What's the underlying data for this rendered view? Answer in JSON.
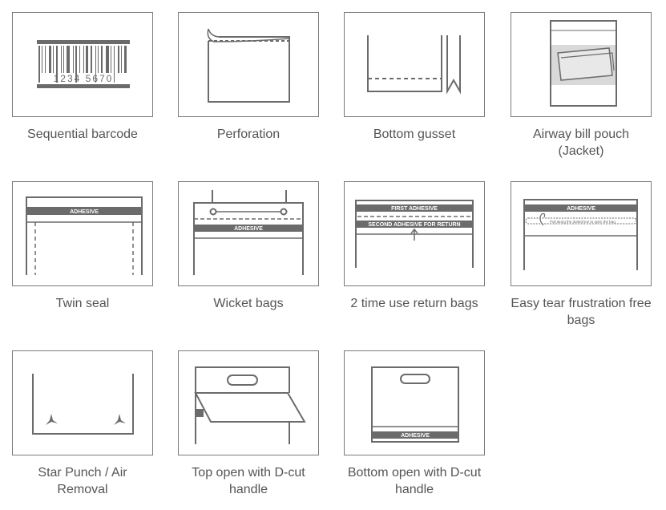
{
  "items": [
    {
      "label": "Sequential barcode",
      "barcode_number": "1234 5670"
    },
    {
      "label": "Perforation"
    },
    {
      "label": "Bottom gusset"
    },
    {
      "label": "Airway bill pouch (Jacket)"
    },
    {
      "label": "Twin seal",
      "band": "ADHESIVE"
    },
    {
      "label": "Wicket bags",
      "band": "ADHESIVE"
    },
    {
      "label": "2 time use return bags",
      "band1": "FIRST ADHESIVE",
      "band2": "SECOND ADHESIVE FOR RETURN"
    },
    {
      "label": "Easy tear frustration free bags",
      "band": "ADHESIVE",
      "tear_note": "Pull along the dotted line to open the bag"
    },
    {
      "label": "Star Punch / Air Removal"
    },
    {
      "label": "Top open with D-cut handle"
    },
    {
      "label": "Bottom open with D-cut handle",
      "band": "ADHESIVE"
    }
  ],
  "colors": {
    "line": "#6b6b6b",
    "label": "#555555",
    "border": "#7a7a7a"
  }
}
